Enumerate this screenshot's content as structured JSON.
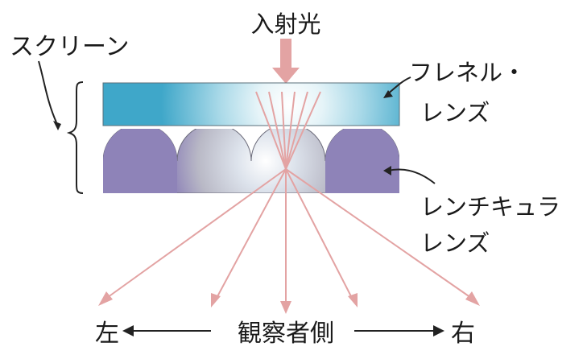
{
  "labels": {
    "incident_light": "入射光",
    "screen": "スクリーン",
    "fresnel_line1": "フレネル・",
    "fresnel_line2": "レンズ",
    "lenticular_line1": "レンチキュラ",
    "lenticular_line2": "レンズ",
    "left": "左",
    "viewer_side": "観察者側",
    "right": "右"
  },
  "colors": {
    "fresnel_lens": "#3fa7c9",
    "lenticular_lens": "#8e83b8",
    "light_ray": "#e3a3a3",
    "link": "#3a8fd0"
  }
}
